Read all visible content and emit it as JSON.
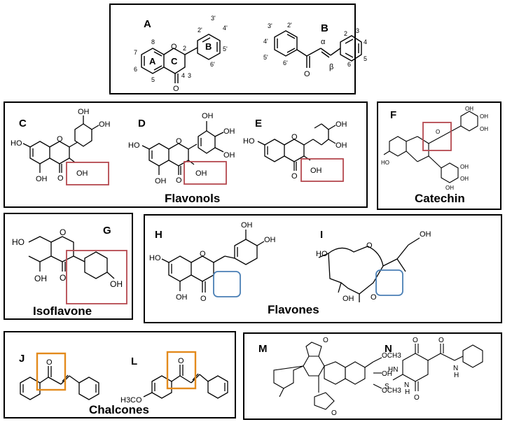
{
  "panels": {
    "top": {
      "labels": [
        "A",
        "B"
      ],
      "ring_letters": [
        "A",
        "C",
        "B"
      ],
      "atoms": [
        "O",
        "O"
      ],
      "numbers_a": [
        "8",
        "7",
        "6",
        "5",
        "4",
        "3",
        "2",
        "2'",
        "3'",
        "4'",
        "5'",
        "6'"
      ],
      "numbers_b": [
        "3'",
        "2'",
        "4'",
        "5'",
        "6'",
        "2",
        "3",
        "4",
        "5",
        "6"
      ],
      "greek": [
        "α",
        "β"
      ]
    },
    "flavonols": {
      "labels": [
        "C",
        "D",
        "E"
      ],
      "class_name": "Flavonols"
    },
    "catechin": {
      "label": "F",
      "class_name": "Catechin"
    },
    "isoflavone": {
      "label": "G",
      "class_name": "Isoflavone"
    },
    "flavones": {
      "labels": [
        "H",
        "I"
      ],
      "class_name": "Flavones"
    },
    "chalcones": {
      "labels": [
        "J",
        "L"
      ],
      "class_name": "Chalcones",
      "substituent": "H3CO"
    },
    "other": {
      "labels": [
        "M",
        "N"
      ],
      "m_groups": [
        "OCH3",
        "OH",
        "OCH3",
        "O",
        "O"
      ],
      "n_groups": [
        "O",
        "O",
        "HN",
        "N",
        "H",
        "S",
        "N",
        "H",
        "O"
      ]
    }
  },
  "atoms": {
    "oxygen": "O",
    "hydroxyl": "OH",
    "hydroxyl_left": "HO"
  },
  "colors": {
    "highlight_red": "#b5484f",
    "highlight_blue": "#4a7fb5",
    "highlight_orange": "#e38a1c"
  }
}
